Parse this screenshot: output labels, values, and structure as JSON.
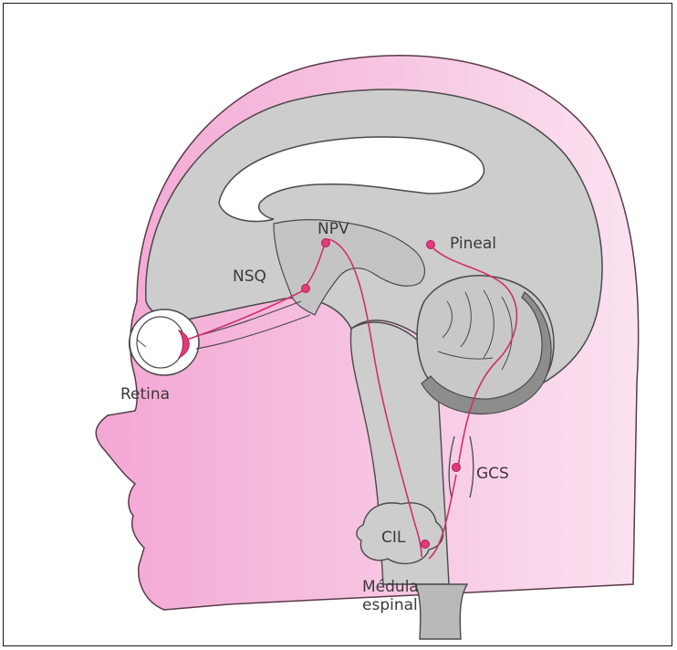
{
  "labels": {
    "npv": "NPV",
    "pineal": "Pineal",
    "nsq": "NSQ",
    "retina": "Retina",
    "gcs": "GCS",
    "cil": "CIL",
    "medula_line1": "Médula",
    "medula_line2": "espinal"
  },
  "colors": {
    "skin": "#f5b8dc",
    "brain": "#cdcdcd",
    "outline": "#4a4a4a",
    "pathway": "#d12e6e",
    "neuron": "#e23a7a"
  },
  "icons": {
    "eye": "eye-icon",
    "neuron": "neuron-cell-icon"
  }
}
